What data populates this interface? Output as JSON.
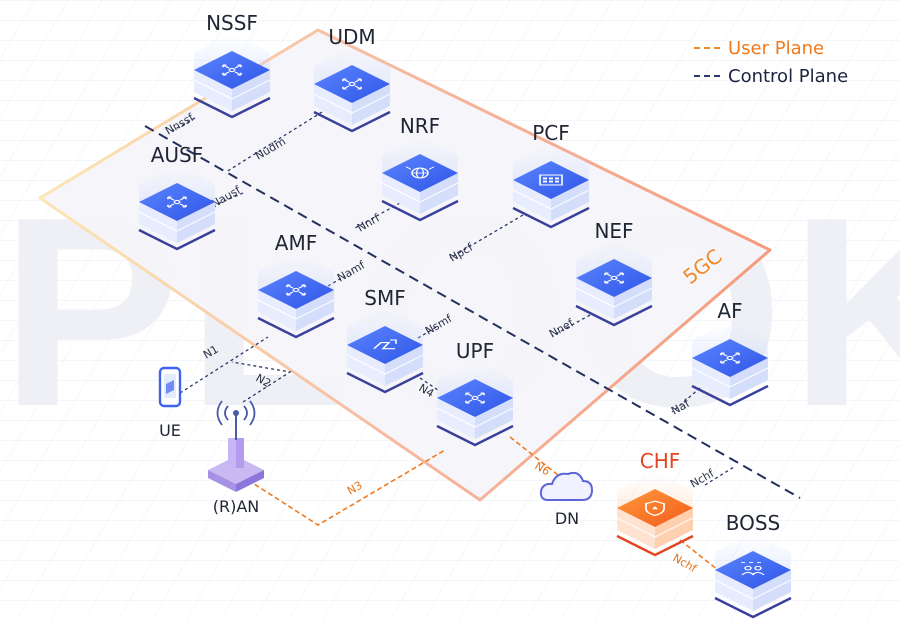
{
  "legend": {
    "user_plane": "User Plane",
    "control_plane": "Control Plane",
    "user_color": "#f07a1e",
    "control_color": "#2a3768"
  },
  "core": {
    "label": "5GC",
    "accent": "#f0892a"
  },
  "watermark": "IPLOOK",
  "functions": {
    "nssf": "NSSF",
    "udm": "UDM",
    "nrf": "NRF",
    "pcf": "PCF",
    "ausf": "AUSF",
    "amf": "AMF",
    "nef": "NEF",
    "smf": "SMF",
    "upf": "UPF",
    "af": "AF",
    "chf": "CHF",
    "boss": "BOSS"
  },
  "interfaces": {
    "nnssf": "Nnssf",
    "nudm": "Nudm",
    "nausf": "Nausf",
    "nnrf": "Nnrf",
    "npcf": "Npcf",
    "namf": "Namf",
    "nsmf": "Nsmf",
    "nnef": "Nnef",
    "naf": "Naf",
    "nchf": "Nchf",
    "nchf2": "Nchf",
    "n1": "N1",
    "n2": "N2",
    "n3": "N3",
    "n4": "N4",
    "n6": "N6"
  },
  "endpoints": {
    "ue": "UE",
    "ran": "(R)AN",
    "dn": "DN"
  },
  "icons": {
    "nf": "network-node-icon",
    "nrf": "globe-icon",
    "pcf": "policy-panel-icon",
    "smf": "session-icon",
    "chf": "shield-charging-icon",
    "boss": "billing-people-icon",
    "ue": "phone-icon",
    "ran": "antenna-icon",
    "dn": "cloud-icon"
  }
}
